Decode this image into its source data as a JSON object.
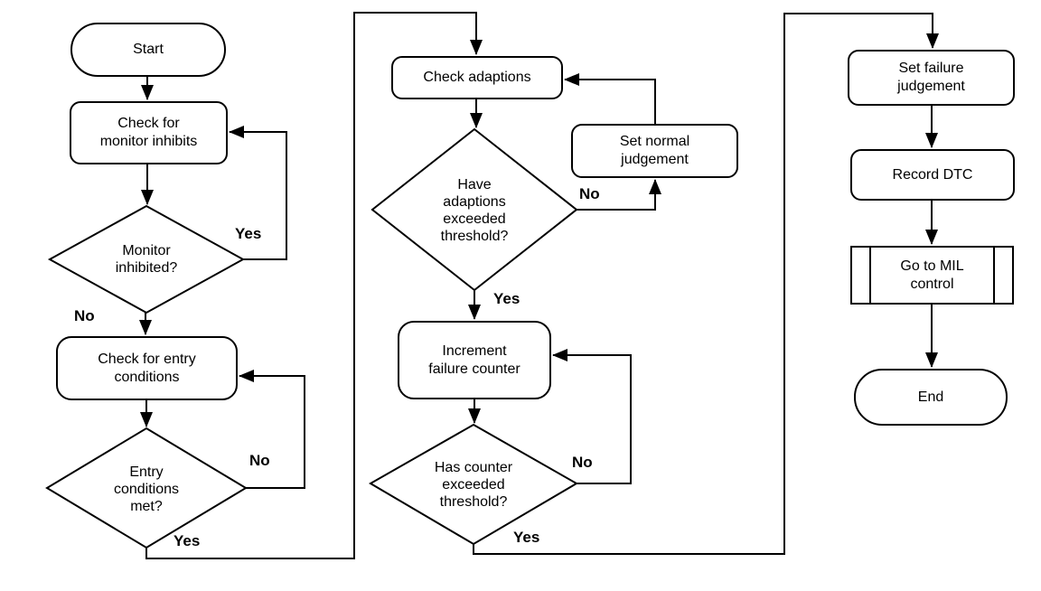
{
  "diagram": {
    "type": "flowchart",
    "colors": {
      "background": "#ffffff",
      "line": "#000000",
      "text": "#000000",
      "node_fill": "#ffffff"
    },
    "nodes": {
      "start": {
        "label": "Start",
        "type": "terminator"
      },
      "check_monitor_inhibits": {
        "label": "Check for\nmonitor inhibits",
        "type": "process"
      },
      "monitor_inhibited": {
        "label": "Monitor\ninhibited?",
        "type": "decision"
      },
      "check_entry_conditions": {
        "label": "Check for entry\nconditions",
        "type": "process"
      },
      "entry_conditions_met": {
        "label": "Entry\nconditions\nmet?",
        "type": "decision"
      },
      "check_adaptions": {
        "label": "Check adaptions",
        "type": "process"
      },
      "adaptions_exceeded": {
        "label": "Have\nadaptions\nexceeded\nthreshold?",
        "type": "decision"
      },
      "set_normal_judgement": {
        "label": "Set normal\njudgement",
        "type": "process"
      },
      "increment_failure_counter": {
        "label": "Increment\nfailure counter",
        "type": "process"
      },
      "counter_exceeded": {
        "label": "Has counter\nexceeded\nthreshold?",
        "type": "decision"
      },
      "set_failure_judgement": {
        "label": "Set failure\njudgement",
        "type": "process"
      },
      "record_dtc": {
        "label": "Record DTC",
        "type": "process"
      },
      "go_to_mil_control": {
        "label": "Go to MIL\ncontrol",
        "type": "predefined_process"
      },
      "end": {
        "label": "End",
        "type": "terminator"
      }
    },
    "edge_labels": {
      "monitor_inhibited_yes": "Yes",
      "monitor_inhibited_no": "No",
      "entry_conditions_no": "No",
      "entry_conditions_yes": "Yes",
      "adaptions_no": "No",
      "adaptions_yes": "Yes",
      "counter_no": "No",
      "counter_yes": "Yes"
    }
  }
}
